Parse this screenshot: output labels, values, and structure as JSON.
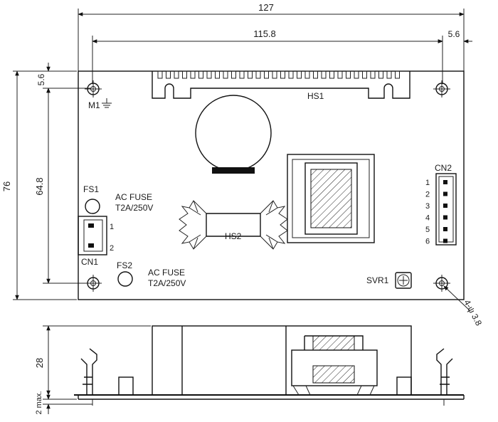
{
  "dimensions": {
    "overall_width": "127",
    "hole_span_width": "115.8",
    "hole_offset_right": "5.6",
    "overall_height": "76",
    "hole_span_height": "64.8",
    "hole_offset_top": "5.6",
    "side_height": "28",
    "clearance": "2 max.",
    "hole_note": "4-ψ 3.8"
  },
  "labels": {
    "m1": "M1",
    "hs1": "HS1",
    "hs2": "HS2",
    "fs1": "FS1",
    "fs2": "FS2",
    "fuse1_line1": "AC FUSE",
    "fuse1_line2": "T2A/250V",
    "fuse2_line1": "AC FUSE",
    "fuse2_line2": "T2A/250V",
    "cn1": "CN1",
    "cn2": "CN2",
    "svr1": "SVR1"
  },
  "cn1_pins": [
    "1",
    "2"
  ],
  "cn2_pins": [
    "1",
    "2",
    "3",
    "4",
    "5",
    "6"
  ]
}
